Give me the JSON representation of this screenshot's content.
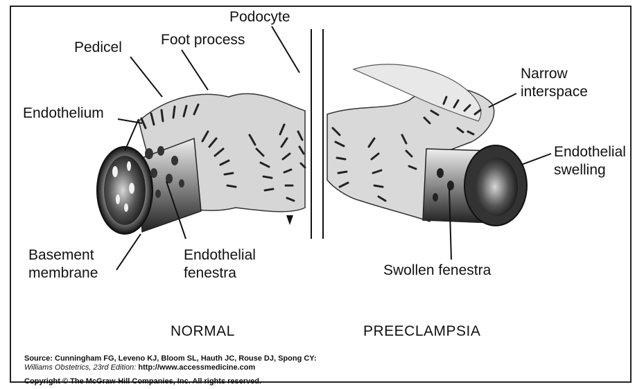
{
  "labels": {
    "podocyte": "Podocyte",
    "pedicel": "Pedicel",
    "foot_process": "Foot process",
    "endothelium": "Endothelium",
    "basement_membrane_1": "Basement",
    "basement_membrane_2": "membrane",
    "endothelial_fenestra_1": "Endothelial",
    "endothelial_fenestra_2": "fenestra",
    "narrow_interspace_1": "Narrow",
    "narrow_interspace_2": "interspace",
    "endothelial_swelling_1": "Endothelial",
    "endothelial_swelling_2": "swelling",
    "swollen_fenestra": "Swollen fenestra"
  },
  "captions": {
    "normal": "NORMAL",
    "preeclampsia": "PREECLAMPSIA"
  },
  "source": {
    "line1": "Source: Cunningham FG, Leveno KJ, Bloom SL, Hauth JC, Rouse DJ, Spong CY:",
    "line2_italic": "Williams Obstetrics, 23rd Edition:",
    "line2_url": " http://www.accessmedicine.com",
    "copyright": "Copyright © The McGraw-Hill Companies, Inc. All rights reserved."
  }
}
